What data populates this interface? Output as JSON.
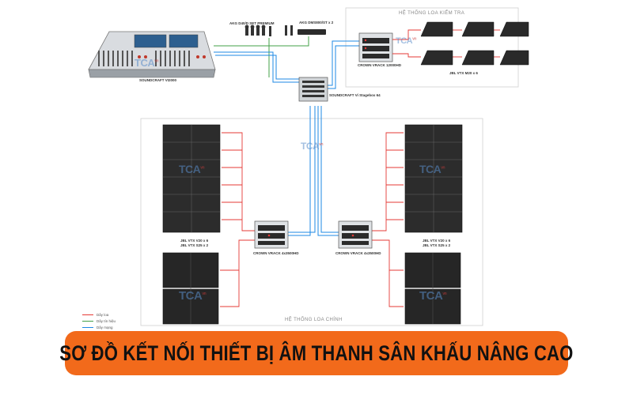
{
  "banner": {
    "text": "SƠ ĐỒ KẾT NỐI THIẾT BỊ ÂM THANH SÂN KHẤU NÂNG CAO"
  },
  "zones": {
    "monitor": "HỆ THỐNG LOA KIỂM TRA",
    "main": "HỆ THỐNG LOA CHÍNH"
  },
  "devices": {
    "console": "SOUNDCRAFT VI2000",
    "mic_set": "AKG D40/D SET PREMIUM",
    "wireless_mic": "AKG DMS800/ST x 2",
    "stagebox": "SOUNDCRAFT Vi Stagebox 64",
    "amp_monitor": "CROWN VRACK 12000HD",
    "monitor_speakers": "JBL VTX M20 x 6",
    "amp_left": "CROWN VRACK 4x3500HD",
    "amp_right": "CROWN VRACK 4x3500HD",
    "left_array_a": "JBL VTX V20 x 6",
    "left_array_b": "JBL VTX S25 x 2",
    "right_array_a": "JBL VTX V20 x 6",
    "right_array_b": "JBL VTX S25 x 2"
  },
  "legend": [
    {
      "label": "Dây loa",
      "color": "#e53935"
    },
    {
      "label": "Dây tín hiệu",
      "color": "#43a047"
    },
    {
      "label": "Dây mạng",
      "color": "#1e88e5"
    }
  ],
  "watermark": {
    "brand": "TCA",
    "suffix": "vn"
  },
  "colors": {
    "banner": "#f26a1b",
    "speaker_wire": "#e53935",
    "signal_wire": "#43a047",
    "network_wire": "#1e88e5"
  }
}
